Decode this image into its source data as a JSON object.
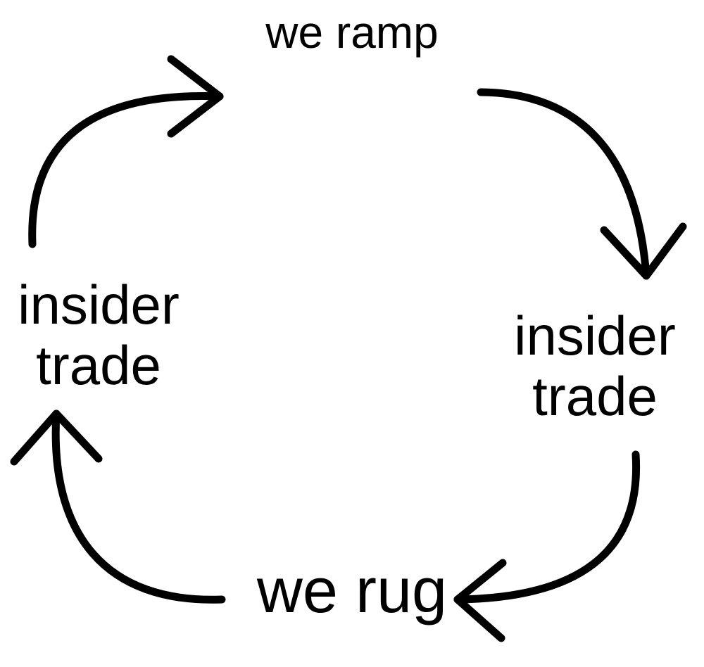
{
  "diagram": {
    "type": "cycle",
    "stroke_color": "#000000",
    "background_color": "#ffffff",
    "nodes": {
      "top": {
        "text": "we ramp"
      },
      "right": {
        "line1": "insider",
        "line2": "trade"
      },
      "bottom": {
        "text": "we rug"
      },
      "left": {
        "line1": "insider",
        "line2": "trade"
      }
    },
    "edges": [
      {
        "from": "top",
        "to": "right",
        "icon": "curved-arrow-icon"
      },
      {
        "from": "right",
        "to": "bottom",
        "icon": "curved-arrow-icon"
      },
      {
        "from": "bottom",
        "to": "left",
        "icon": "curved-arrow-icon"
      },
      {
        "from": "left",
        "to": "top",
        "icon": "curved-arrow-icon"
      }
    ]
  }
}
